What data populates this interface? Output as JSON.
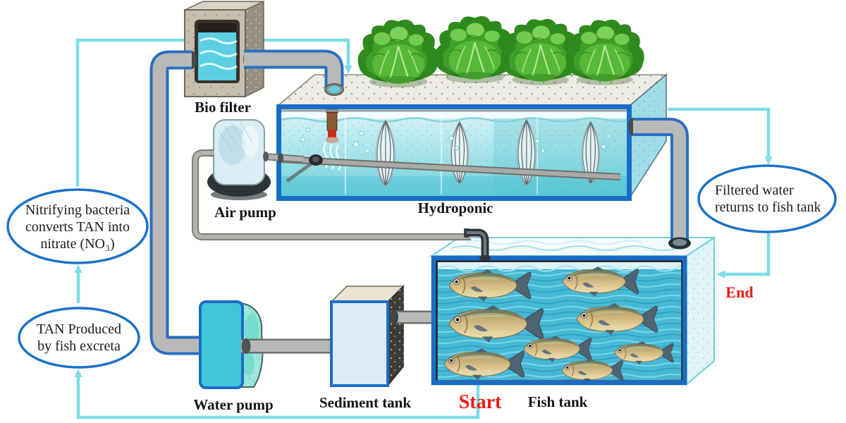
{
  "callouts": {
    "nitrifying": {
      "line1": "Nitrifying bacteria",
      "line2": "converts TAN into",
      "line3": "nitrate (NO₃)"
    },
    "tan_produced": {
      "line1": "TAN Produced",
      "line2": "by fish excreta"
    },
    "filtered_water": {
      "line1": "Filtered water",
      "line2": "returns to fish tank"
    }
  },
  "labels": {
    "bio_filter": "Bio filter",
    "air_pump": "Air pump",
    "hydroponic": "Hydroponic",
    "fish_tank": "Fish tank",
    "water_pump": "Water pump",
    "sediment_tank": "Sediment tank"
  },
  "flow_markers": {
    "start": "Start",
    "end": "End"
  },
  "colors": {
    "flow_line": "#7edde8",
    "callout_border": "#1b72c8",
    "tank_border": "#1a6dc7",
    "pipe_fill": "#b9b9b7",
    "pipe_outline": "#2a6fc2",
    "fish_tank_water": "#46b9d7",
    "hydroponic_water": "#a9e5eb",
    "lettuce_green": "#3fa028",
    "fish_body": "#c9b077",
    "start_end_red": "#ee1d16",
    "label_black": "#141414"
  }
}
